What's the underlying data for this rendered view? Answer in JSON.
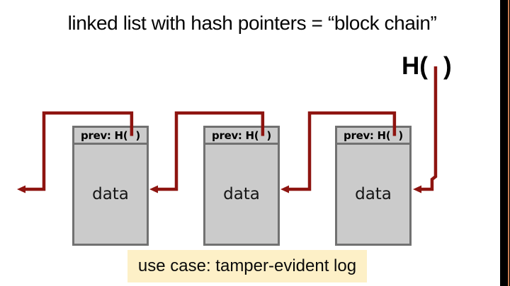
{
  "title": "linked list with hash pointers = “block chain”",
  "hash_label": {
    "open": "H(",
    "close": ")"
  },
  "blocks": [
    {
      "prev_open": "prev: H(",
      "prev_close": ")",
      "data_label": "data"
    },
    {
      "prev_open": "prev: H(",
      "prev_close": ")",
      "data_label": "data"
    },
    {
      "prev_open": "prev: H(",
      "prev_close": ")",
      "data_label": "data"
    }
  ],
  "use_case_label": "use case: tamper-evident log",
  "colors": {
    "arrow": "#8e1410",
    "block_fill": "#cbcbcb",
    "block_border": "#717171",
    "note_fill": "#fdf0c7",
    "edge_bar": "#000000",
    "edge_stripe": "#c97c52"
  }
}
